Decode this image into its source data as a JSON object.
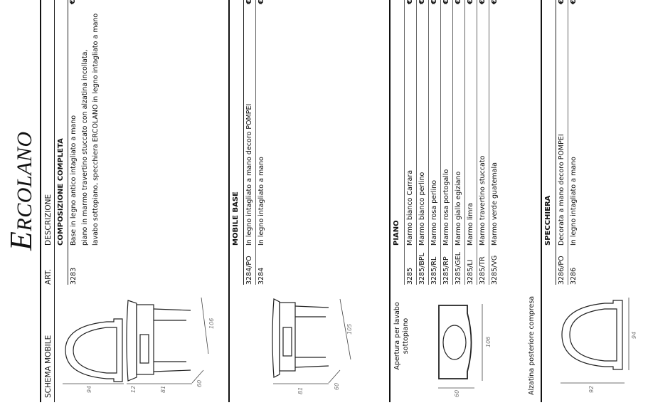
{
  "title": {
    "first": "E",
    "rest": "RCOLANO"
  },
  "header": {
    "schema": "SCHEMA MOBILE",
    "art": "ART.",
    "descr": "DESCRIZIONE"
  },
  "currency": "€",
  "sections": {
    "composizione": {
      "title": "COMPOSIZIONE COMPLETA",
      "art": "3283",
      "lines": [
        "Base in legno antico intagliato a mano",
        "piano in marmo travertino stuccato con alzatina incollata,",
        "lavabo sottopiano, specchiera ERCOLANO in legno intagliato a mano"
      ]
    },
    "mobile_base": {
      "title": "MOBILE BASE",
      "rows": [
        {
          "art": "3284/PO",
          "descr": "In legno intagliato a mano decoro POMPEI"
        },
        {
          "art": "3284",
          "descr": "In legno intagliato a mano"
        }
      ]
    },
    "piano": {
      "title": "PIANO",
      "rows": [
        {
          "art": "3285",
          "descr": "Marmo bianco Carrara"
        },
        {
          "art": "3285/BPL",
          "descr": "Marmo bianco perlino"
        },
        {
          "art": "3285/RL",
          "descr": "Marmo rosa perlino"
        },
        {
          "art": "3285/RP",
          "descr": "Marmo rosa portogallo"
        },
        {
          "art": "3285/GEL",
          "descr": "Marmo giallo egiziano"
        },
        {
          "art": "3285/LI",
          "descr": "Marmo limra"
        },
        {
          "art": "3285/TR",
          "descr": "Marmo travertino stuccato"
        },
        {
          "art": "3285/VG",
          "descr": "Marmo verde guatemala"
        }
      ],
      "note": [
        "Apertura per lavabo",
        "sottopiano"
      ]
    },
    "specchiera": {
      "title": "SPECCHIERA",
      "rows": [
        {
          "art": "3286/PO",
          "descr": "Decorata a mano decoro POMPEI"
        },
        {
          "art": "3286",
          "descr": "In legno intagliato a mano"
        }
      ],
      "note": "Alzatina posteriore compresa"
    }
  },
  "dimensions": {
    "comp": {
      "mirror_w": "94",
      "top_h": "12",
      "base_h": "81",
      "depth": "60",
      "width": "106"
    },
    "base": {
      "height": "81",
      "depth": "60",
      "width": "105"
    },
    "piano": {
      "depth": "60",
      "width": "106"
    },
    "specchiera": {
      "height": "92",
      "width": "94"
    }
  }
}
